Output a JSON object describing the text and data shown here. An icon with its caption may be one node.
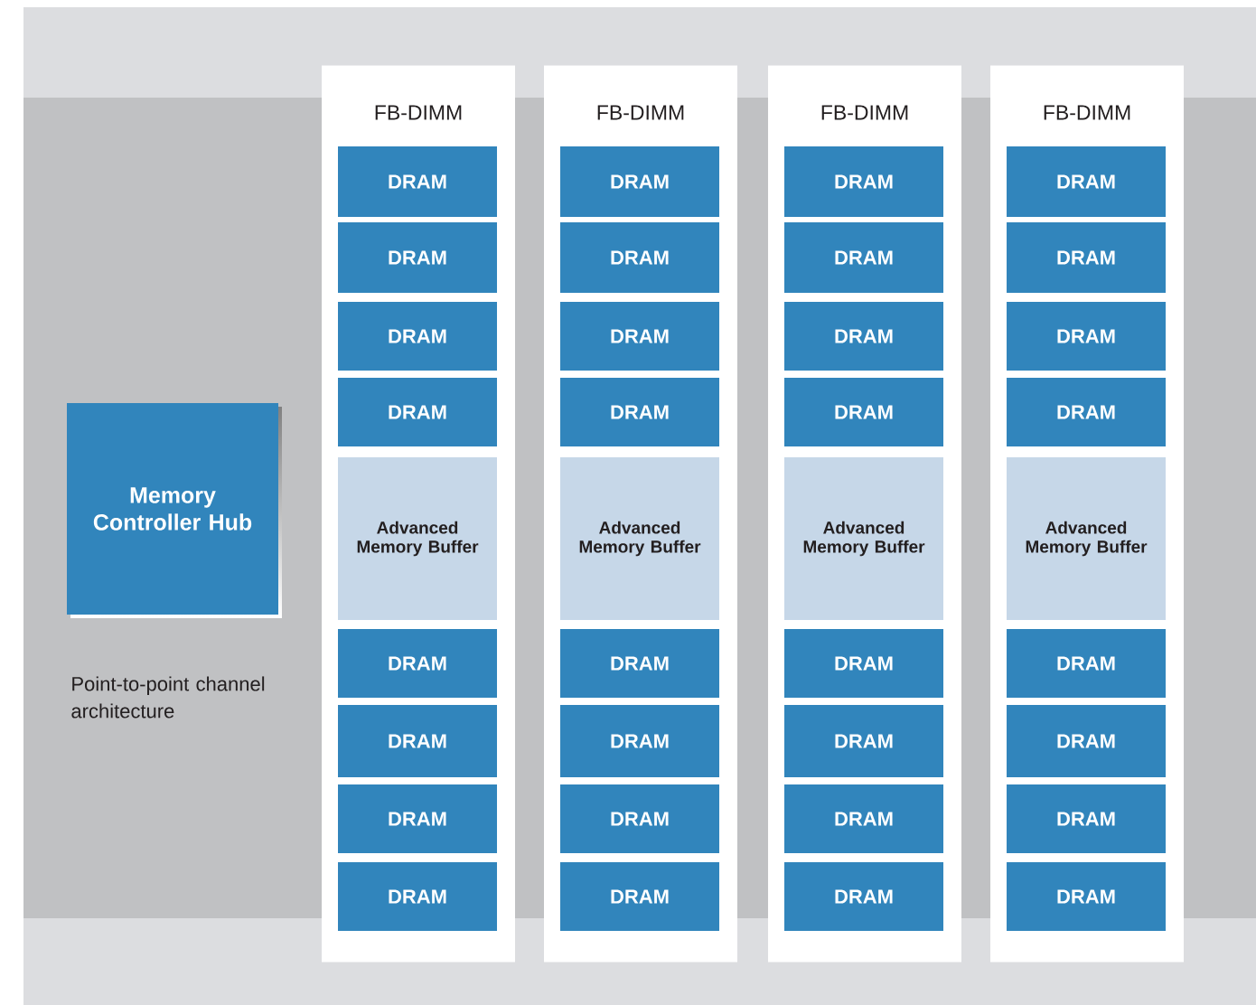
{
  "diagram": {
    "nodes": [
      {
        "text": [
          "Memory Controller Hub"
        ]
      },
      {
        "text": [
          "FB-DIMM"
        ]
      },
      {
        "text": [
          "DRAM"
        ],
        "in": 1
      },
      {
        "text": [
          "DRAM"
        ],
        "in": 1
      },
      {
        "text": [
          "DRAM"
        ],
        "in": 1
      },
      {
        "text": [
          "DRAM"
        ],
        "in": 1
      },
      {
        "text": [
          "Advanced Memory Buffer"
        ],
        "in": 1
      },
      {
        "text": [
          "DRAM"
        ],
        "in": 1
      },
      {
        "text": [
          "DRAM"
        ],
        "in": 1
      },
      {
        "text": [
          "DRAM"
        ],
        "in": 1
      },
      {
        "text": [
          "DRAM"
        ],
        "in": 1
      },
      {
        "text": [
          "FB-DIMM"
        ]
      },
      {
        "text": [
          "DRAM"
        ],
        "in": 11
      },
      {
        "text": [
          "DRAM"
        ],
        "in": 11
      },
      {
        "text": [
          "DRAM"
        ],
        "in": 11
      },
      {
        "text": [
          "DRAM"
        ],
        "in": 11
      },
      {
        "text": [
          "Advanced Memory Buffer"
        ],
        "in": 11
      },
      {
        "text": [
          "DRAM"
        ],
        "in": 11
      },
      {
        "text": [
          "DRAM"
        ],
        "in": 11
      },
      {
        "text": [
          "DRAM"
        ],
        "in": 11
      },
      {
        "text": [
          "DRAM"
        ],
        "in": 11
      },
      {
        "text": [
          "FB-DIMM"
        ]
      },
      {
        "text": [
          "DRAM"
        ],
        "in": 21
      },
      {
        "text": [
          "DRAM"
        ],
        "in": 21
      },
      {
        "text": [
          "DRAM"
        ],
        "in": 21
      },
      {
        "text": [
          "DRAM"
        ],
        "in": 21
      },
      {
        "text": [
          "Advanced Memory Buffer"
        ],
        "in": 21
      },
      {
        "text": [
          "DRAM"
        ],
        "in": 21
      },
      {
        "text": [
          "DRAM"
        ],
        "in": 21
      },
      {
        "text": [
          "DRAM"
        ],
        "in": 21
      },
      {
        "text": [
          "DRAM"
        ],
        "in": 21
      },
      {
        "text": [
          "FB-DIMM"
        ]
      },
      {
        "text": [
          "DRAM"
        ],
        "in": 31
      },
      {
        "text": [
          "DRAM"
        ],
        "in": 31
      },
      {
        "text": [
          "DRAM"
        ],
        "in": 31
      },
      {
        "text": [
          "DRAM"
        ],
        "in": 31
      },
      {
        "text": [
          "Advanced Memory Buffer"
        ],
        "in": 31
      },
      {
        "text": [
          "DRAM"
        ],
        "in": 31
      },
      {
        "text": [
          "DRAM"
        ],
        "in": 31
      },
      {
        "text": [
          "DRAM"
        ],
        "in": 31
      },
      {
        "text": [
          "DRAM"
        ],
        "in": 31
      }
    ],
    "labels": [
      "Point-to-point channel architecture"
    ]
  }
}
